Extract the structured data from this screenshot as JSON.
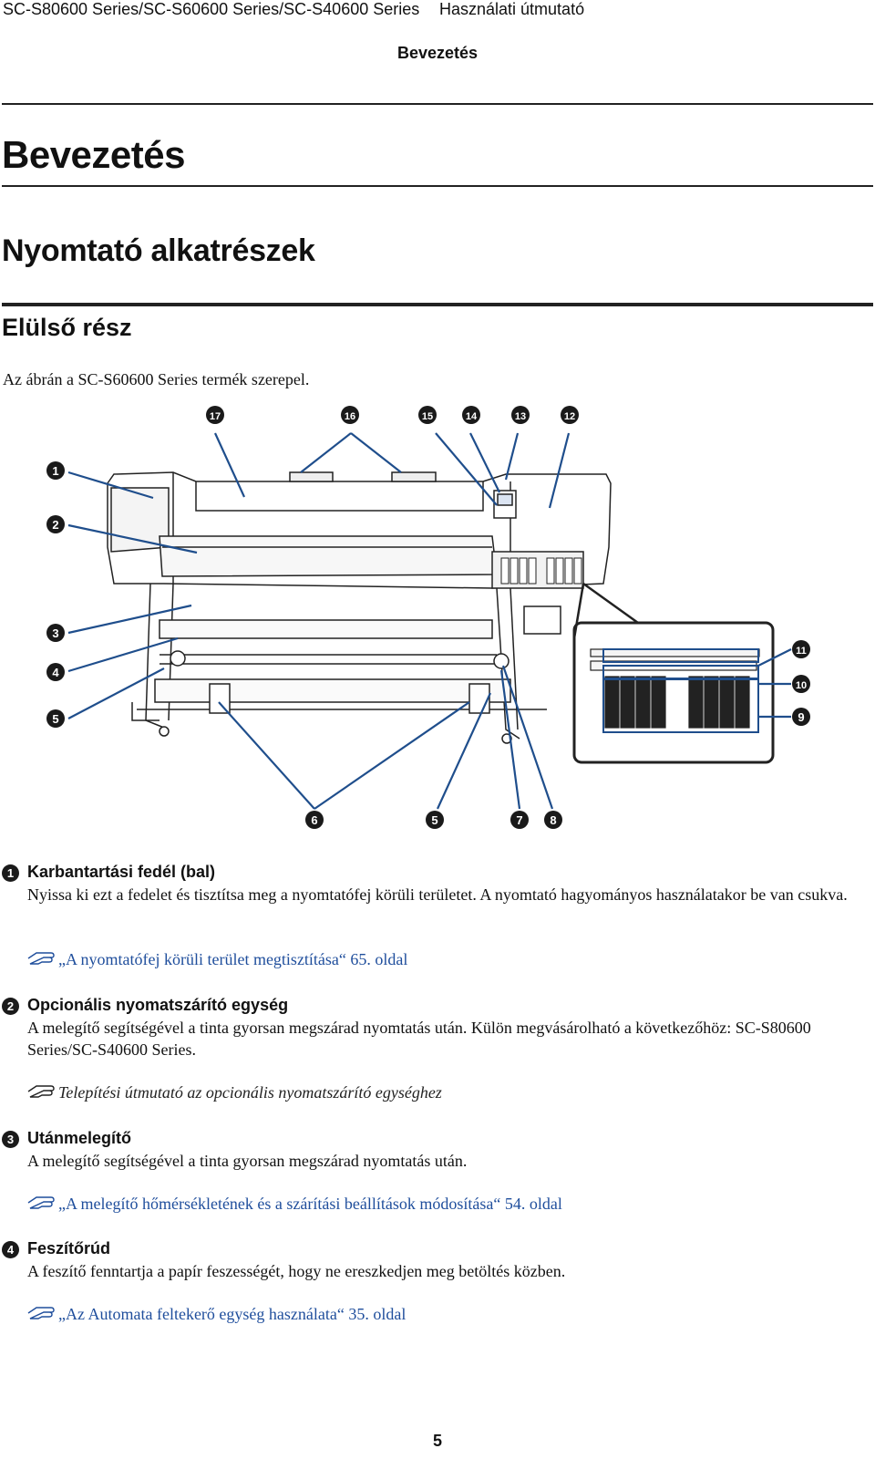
{
  "header": {
    "doc_title": "SC-S80600 Series/SC-S60600 Series/SC-S40600 Series",
    "manual_title": "Használati útmutató",
    "section": "Bevezetés"
  },
  "page": {
    "h1": "Bevezetés",
    "h2": "Nyomtató alkatrészek",
    "h3": "Elülső rész",
    "intro": "Az ábrán a SC-S60600 Series termék szerepel.",
    "page_number": "5"
  },
  "diagram": {
    "callouts": [
      "1",
      "2",
      "3",
      "4",
      "5",
      "6",
      "5",
      "7",
      "8",
      "9",
      "10",
      "11",
      "12",
      "13",
      "14",
      "15",
      "16",
      "17"
    ],
    "line_color": "#1f4e8c"
  },
  "items": [
    {
      "num": "1",
      "title": "Karbantartási fedél (bal)",
      "desc": "Nyissa ki ezt a fedelet és tisztítsa meg a nyomtatófej körüli területet. A nyomtató hagyományos használatakor be van csukva.",
      "ref": "„A nyomtatófej körüli terület megtisztítása“ 65. oldal"
    },
    {
      "num": "2",
      "title": "Opcionális nyomatszárító egység",
      "desc": "A melegítő segítségével a tinta gyorsan megszárad nyomtatás után. Külön megvásárolható a következőhöz: SC-S80600 Series/SC-S40600 Series.",
      "ref": "Telepítési útmutató az opcionális nyomatszárító egységhez"
    },
    {
      "num": "3",
      "title": "Utánmelegítő",
      "desc": "A melegítő segítségével a tinta gyorsan megszárad nyomtatás után.",
      "ref": "„A melegítő hőmérsékletének és a szárítási beállítások módosítása“ 54. oldal"
    },
    {
      "num": "4",
      "title": "Feszítőrúd",
      "desc": "A feszítő fenntartja a papír feszességét, hogy ne ereszkedjen meg betöltés közben.",
      "ref": "„Az Automata feltekerő egység használata“ 35. oldal"
    }
  ]
}
